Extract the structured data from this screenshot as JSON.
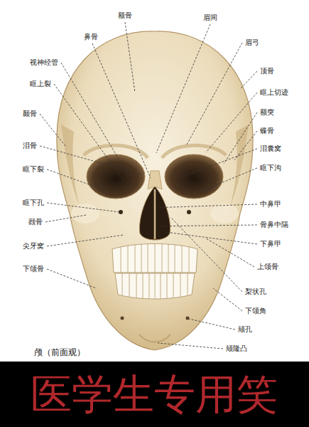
{
  "diagram": {
    "caption": "颅（前面观）",
    "labels": [
      "额骨",
      "眉间",
      "鼻骨",
      "眉弓",
      "视神经管",
      "顶骨",
      "眶上裂",
      "眶上切迹",
      "颞骨",
      "额突",
      "蝶骨",
      "泪骨",
      "泪囊窝",
      "眶下裂",
      "眶下沟",
      "眶下孔",
      "中鼻甲",
      "颧骨",
      "骨鼻中隔",
      "尖牙窝",
      "下鼻甲",
      "下颌骨",
      "上颌骨",
      "梨状孔",
      "下颌角",
      "颏孔",
      "颏隆凸",
      "医学生专用笑"
    ]
  }
}
